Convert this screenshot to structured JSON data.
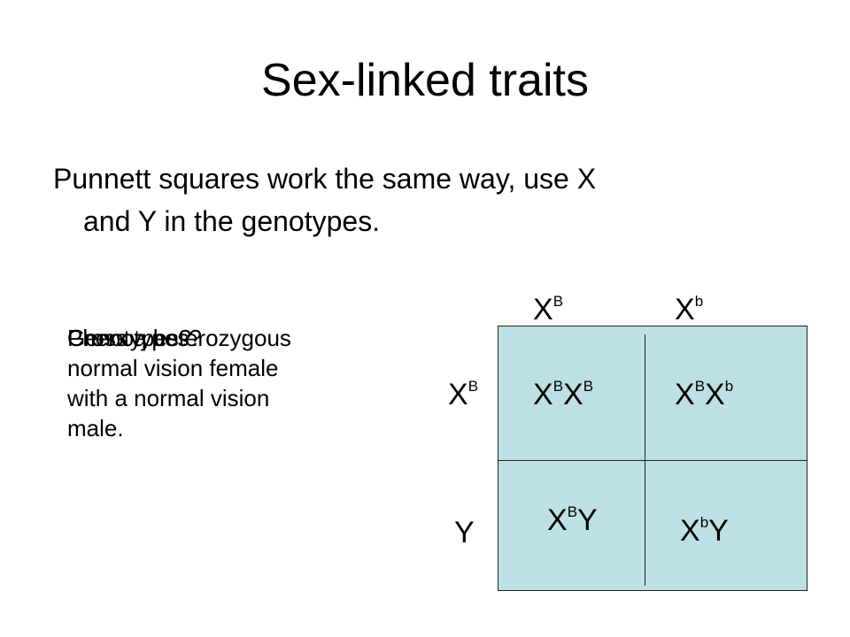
{
  "slide": {
    "title": "Sex-linked traits",
    "bullet": {
      "line1": "Punnett squares work the same way, use X",
      "line2": "and Y in the genotypes."
    },
    "prompt": {
      "lines": [
        "Cross a heterozygous",
        "normal vision female",
        "with a normal vision",
        "male."
      ],
      "genotypes_q": "Genotypes?",
      "phenotypes_q": "Phenotypes?"
    }
  },
  "punnett": {
    "column_headers": [
      {
        "base": "X",
        "sup": "B"
      },
      {
        "base": "X",
        "sup": "b"
      }
    ],
    "row_headers": [
      {
        "base": "X",
        "sup": "B"
      },
      {
        "base": "Y",
        "sup": ""
      }
    ],
    "cells": [
      [
        [
          {
            "base": "X",
            "sup": "B"
          },
          {
            "base": "X",
            "sup": "B"
          }
        ],
        [
          {
            "base": "X",
            "sup": "B"
          },
          {
            "base": "X",
            "sup": "b"
          }
        ]
      ],
      [
        [
          {
            "base": "X",
            "sup": "B"
          },
          {
            "base": "Y",
            "sup": ""
          }
        ],
        [
          {
            "base": "X",
            "sup": "b"
          },
          {
            "base": "Y",
            "sup": ""
          }
        ]
      ]
    ],
    "cell_color": "#bde0e4"
  }
}
